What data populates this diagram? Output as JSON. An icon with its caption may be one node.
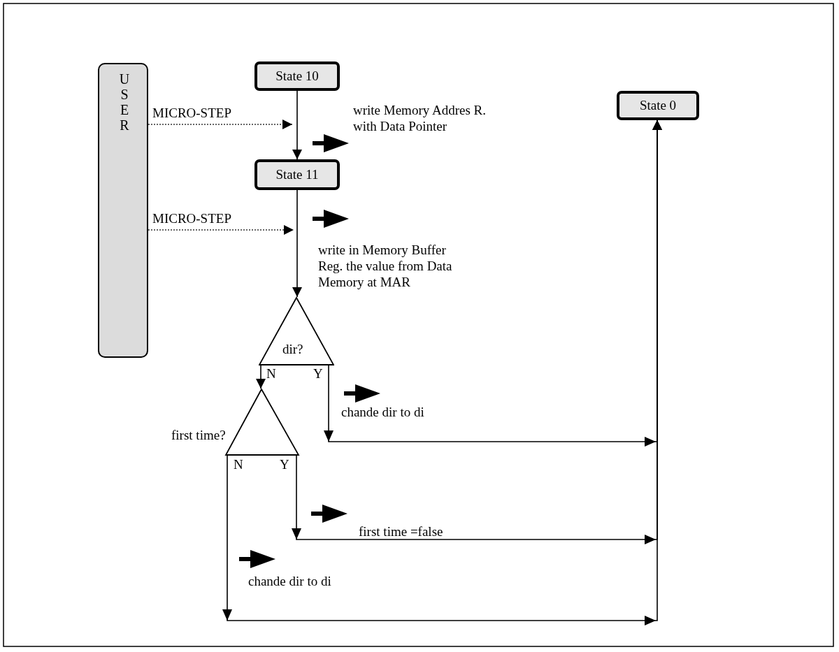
{
  "diagram": {
    "nodes": [
      {
        "text": [
          "USER"
        ]
      },
      {
        "text": [
          "State 10"
        ]
      },
      {
        "text": [
          "State 11"
        ]
      },
      {
        "text": [
          "dir?"
        ]
      },
      {
        "text": [
          "first time?"
        ]
      },
      {
        "text": [
          "State 0"
        ]
      }
    ],
    "edges": [
      {
        "from": 0,
        "to": null,
        "arrow": "to",
        "label": "MICRO-STEP",
        "style": "dashed",
        "color": "#666666"
      },
      {
        "from": 0,
        "to": null,
        "arrow": "to",
        "label": "MICRO-STEP",
        "style": "dashed",
        "color": "#666666"
      },
      {
        "from": 1,
        "to": 2,
        "arrow": "to"
      },
      {
        "from": 2,
        "to": 3,
        "arrow": "to"
      },
      {
        "from": 3,
        "to": 4,
        "arrow": "to",
        "label": "N"
      },
      {
        "from": 3,
        "to": 5,
        "arrow": "to",
        "label": "Y"
      },
      {
        "from": 4,
        "to": 5,
        "arrow": "to",
        "label": "Y"
      },
      {
        "from": 4,
        "to": 5,
        "arrow": "to",
        "label": "N"
      }
    ],
    "labels": [
      "write Memory Addres R. with Data Pointer",
      "write in Memory Buffer Reg. the value from Data Memory  at MAR",
      "chande dir to di",
      "first time =false",
      "chande dir to di"
    ]
  }
}
